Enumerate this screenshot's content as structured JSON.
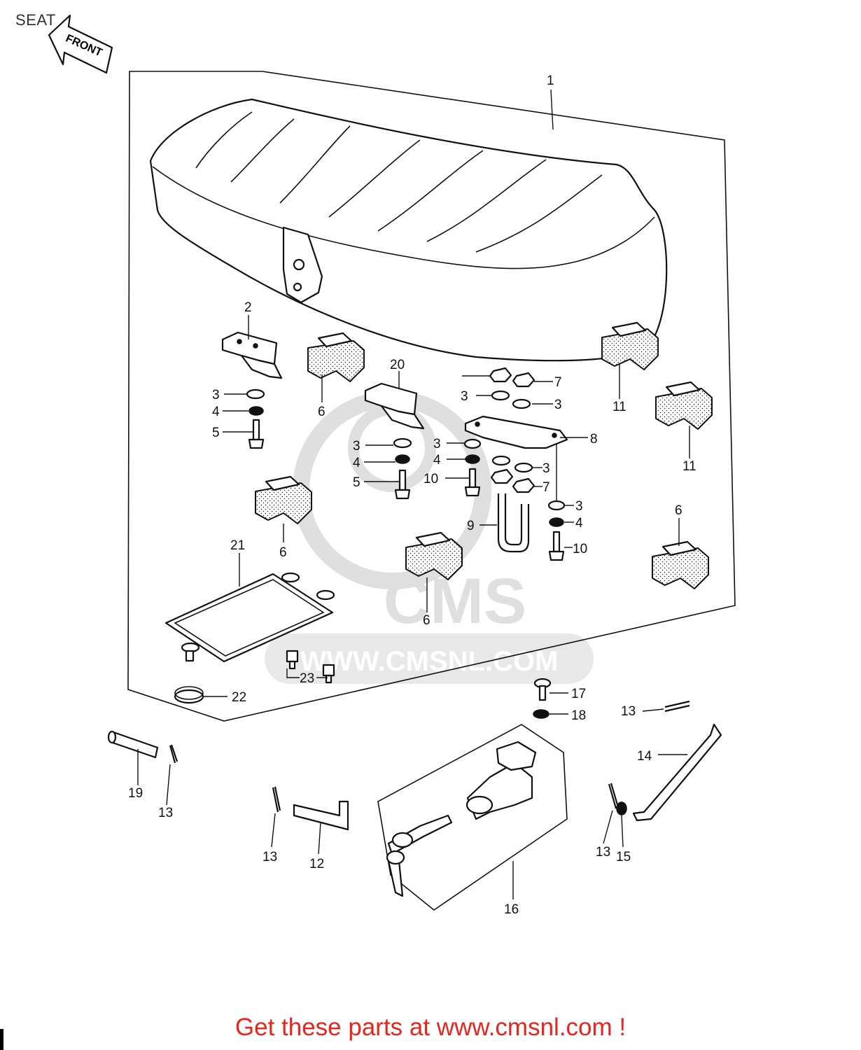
{
  "title": "SEAT",
  "front_arrow": "FRONT",
  "watermark": {
    "brand": "CMS",
    "url": "WWW.CMSNL.COM"
  },
  "footer": "Get these parts at www.cmsnl.com !",
  "callouts": {
    "c1": "1",
    "c2": "2",
    "c3a": "3",
    "c4a": "4",
    "c5a": "5",
    "c6a": "6",
    "c20": "20",
    "c3b": "3",
    "c4b": "4",
    "c5b": "5",
    "c7a": "7",
    "c3c": "3",
    "c3d": "3",
    "c8": "8",
    "c3e": "3",
    "c4c": "4",
    "c10a": "10",
    "c3f": "3",
    "c7b": "7",
    "c9": "9",
    "c3g": "3",
    "c4d": "4",
    "c10b": "10",
    "c11a": "11",
    "c11b": "11",
    "c6b": "6",
    "c6c": "6",
    "c6d": "6",
    "c21": "21",
    "c23": "23",
    "c22": "22",
    "c17": "17",
    "c18": "18",
    "c13a": "13",
    "c14": "14",
    "c19": "19",
    "c13b": "13",
    "c13c": "13",
    "c12": "12",
    "c16": "16",
    "c13d": "13",
    "c15": "15"
  },
  "colors": {
    "ink": "#111111",
    "promo": "#e8251c",
    "watermark": "#dcdcdc"
  }
}
